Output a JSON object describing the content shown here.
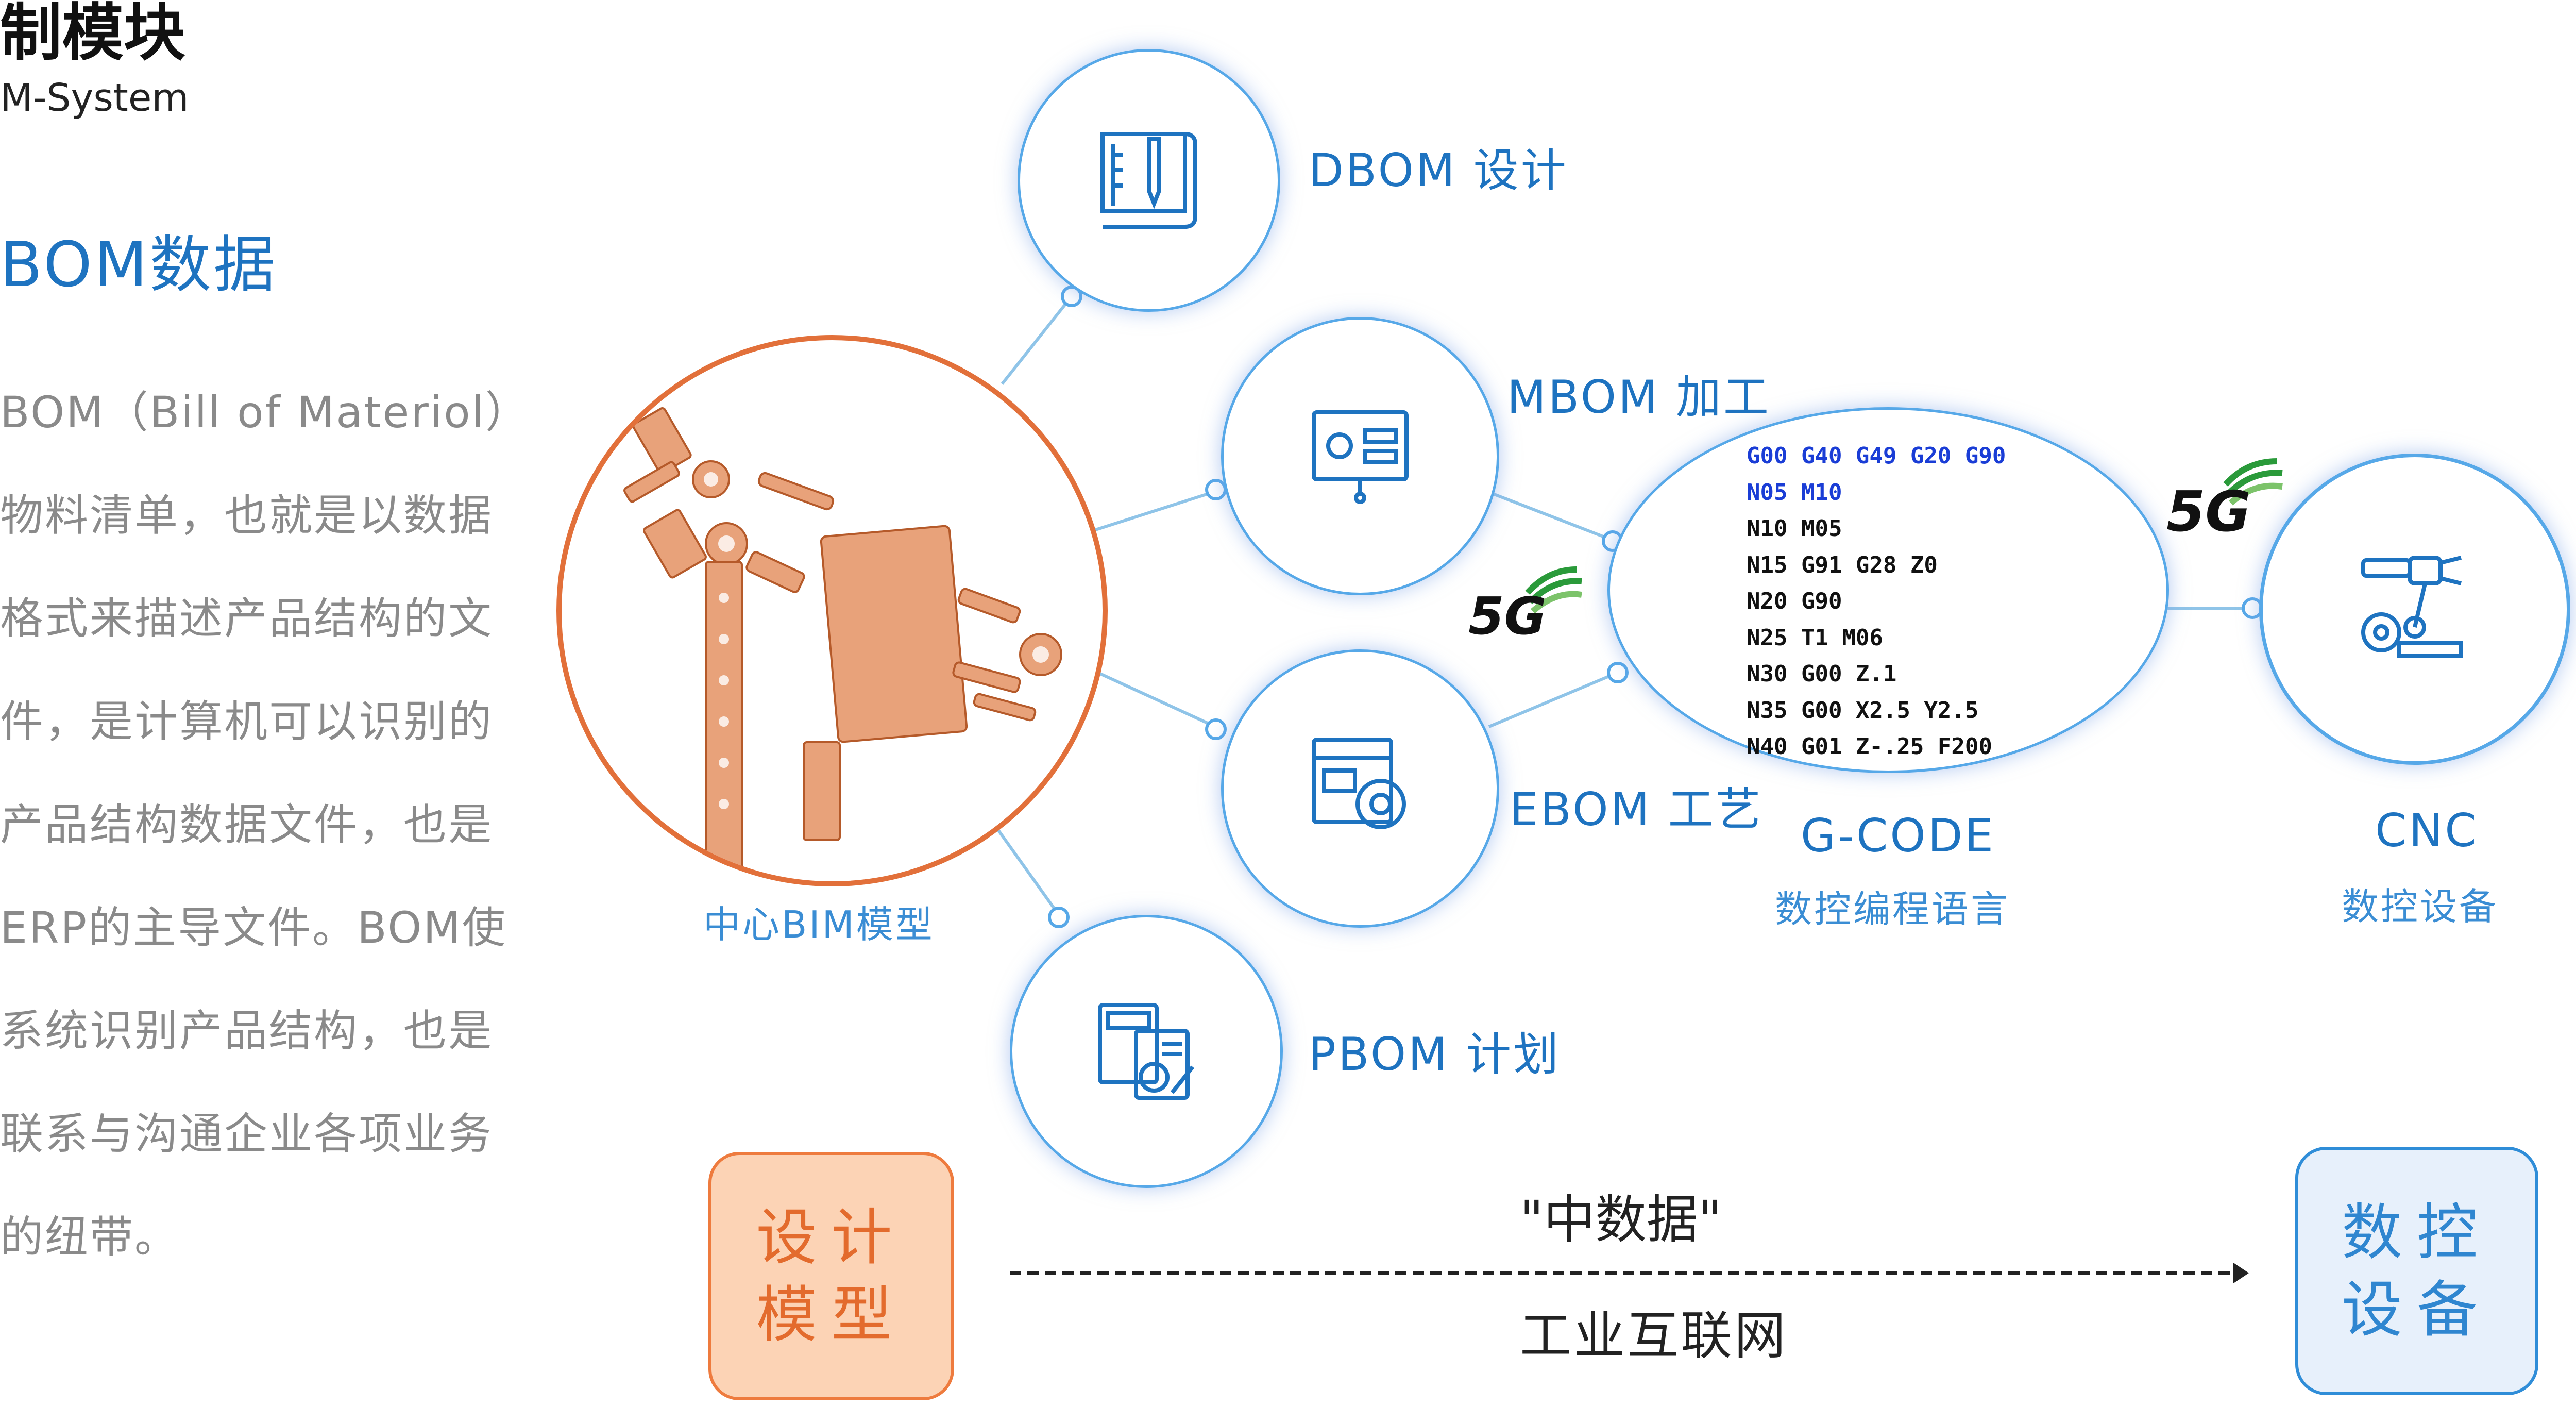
{
  "header": {
    "title": "制模块",
    "subtitle": "M-System"
  },
  "bom_section": {
    "heading": "BOM数据",
    "lines": [
      "BOM（Bill of Materiol）",
      "物料清单，也就是以数据",
      "格式来描述产品结构的文",
      "件，是计算机可以识别的",
      "产品结构数据文件，也是",
      "ERP的主导文件。BOM使",
      "系统识别产品结构，也是",
      "联系与沟通企业各项业务",
      "的纽带。"
    ]
  },
  "nodes": {
    "center": {
      "label": "中心BIM模型"
    },
    "dbom": {
      "label": "DBOM 设计",
      "icon": "blueprint-icon"
    },
    "mbom": {
      "label": "MBOM 加工",
      "icon": "presentation-gear-icon"
    },
    "ebom": {
      "label": "EBOM 工艺",
      "icon": "gear-window-icon"
    },
    "pbom": {
      "label": "PBOM 计划",
      "icon": "calculator-document-icon"
    },
    "gcode": {
      "title": "G-CODE",
      "subtitle": "数控编程语言",
      "lines": [
        "G00 G40 G49 G20 G90",
        "N05 M10",
        "N10 M05",
        "N15 G91 G28 Z0",
        "N20 G90",
        "N25 T1 M06",
        "N30 G00 Z.1",
        "N35 G00 X2.5 Y2.5",
        "N40 G01 Z-.25 F200"
      ]
    },
    "cnc": {
      "title": "CNC",
      "subtitle": "数控设备",
      "icon": "robot-arm-icon"
    }
  },
  "badges": {
    "fiveg_left": "5G",
    "fiveg_right": "5G"
  },
  "flow": {
    "left_box": "设计\n模型",
    "right_box": "数控\n设备",
    "top_label": "\"中数据\"",
    "bottom_label": "工业互联网"
  },
  "colors": {
    "accent_blue": "#1e73c0",
    "circle_border": "#56a8e8",
    "orange": "#e2703a",
    "gcode_highlight": "#1a3dd6",
    "fiveg_green": "#2a9a3a"
  }
}
